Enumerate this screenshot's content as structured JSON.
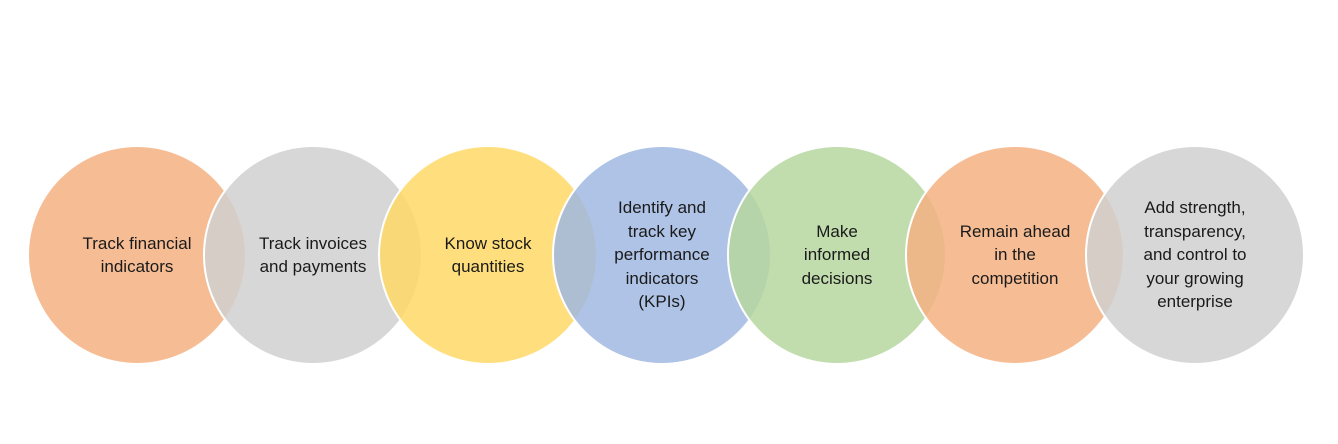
{
  "diagram": {
    "circles": [
      {
        "label": "Track financial\nindicators",
        "fill": "#F4B183"
      },
      {
        "label": "Track invoices\nand payments",
        "fill": "#D0D0D0"
      },
      {
        "label": "Know stock\nquantities",
        "fill": "#FFD966"
      },
      {
        "label": "Identify and\ntrack key\nperformance\nindicators\n(KPIs)",
        "fill": "#A0B8E0"
      },
      {
        "label": "Make\ninformed\ndecisions",
        "fill": "#B6D7A0"
      },
      {
        "label": "Remain ahead\nin the\ncompetition",
        "fill": "#F4B183"
      },
      {
        "label": "Add strength,\ntransparency,\nand control to\nyour growing\nenterprise",
        "fill": "#D0D0D0"
      }
    ],
    "stroke_color": "#ffffff"
  }
}
